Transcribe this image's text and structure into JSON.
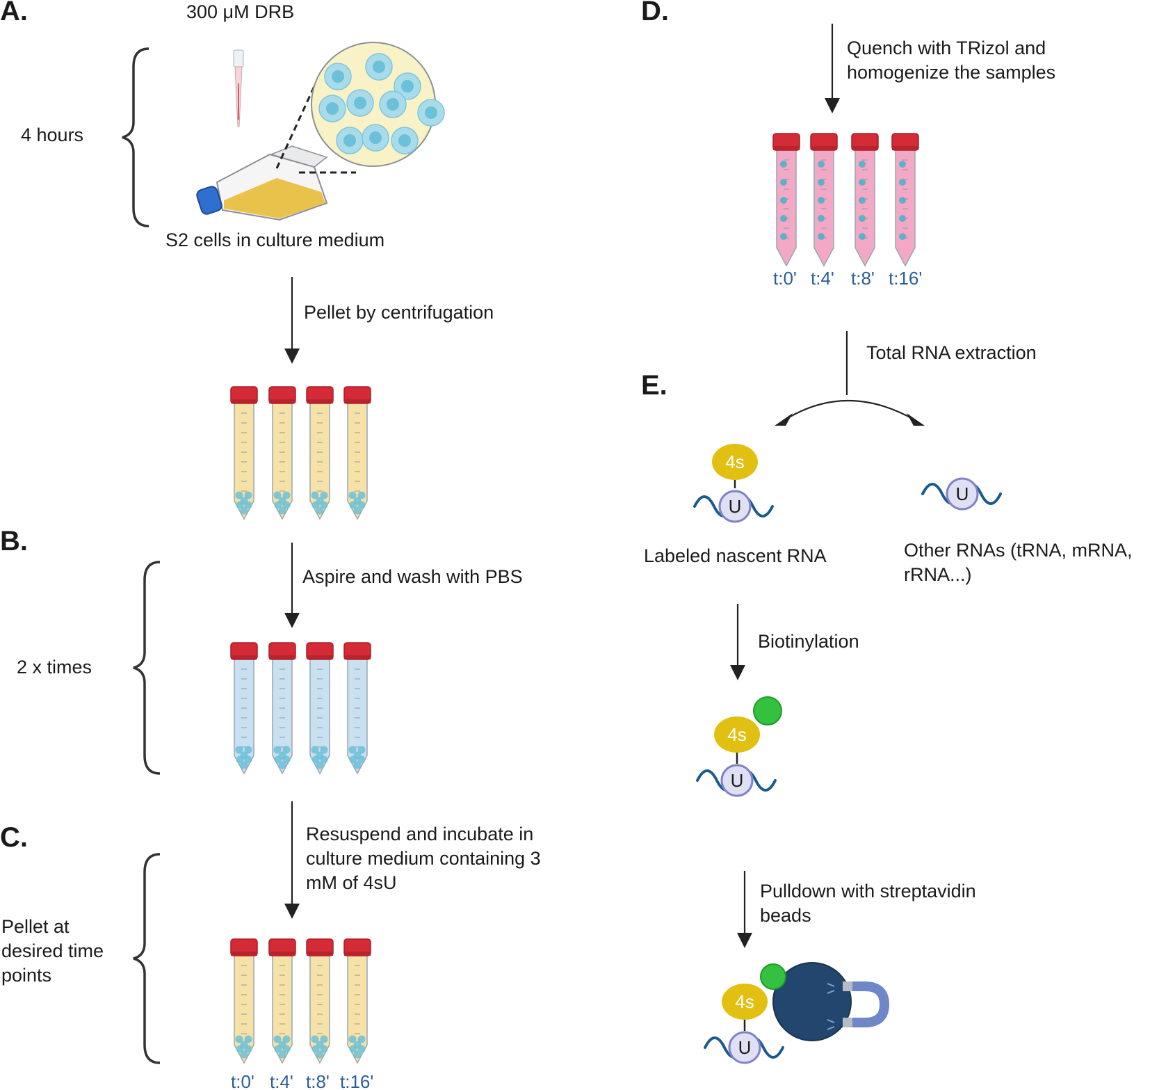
{
  "panels": {
    "A": {
      "label": "A.",
      "reagent": "300 μM DRB",
      "duration": "4 hours",
      "caption": "S2 cells in culture medium",
      "step": "Pellet by centrifugation"
    },
    "B": {
      "label": "B.",
      "repeat": "2 x times",
      "step": "Aspire and wash with PBS"
    },
    "C": {
      "label": "C.",
      "side": "Pellet at\ndesired time\npoints",
      "step": "Resuspend and incubate in\nculture medium containing 3\nmM of 4sU",
      "timepoints": [
        "t:0'",
        "t:4'",
        "t:8'",
        "t:16'"
      ]
    },
    "D": {
      "label": "D.",
      "step": "Quench with TRizol and\nhomogenize the samples",
      "timepoints": [
        "t:0'",
        "t:4'",
        "t:8'",
        "t:16'"
      ]
    },
    "E": {
      "label": "E.",
      "split_step": "Total RNA extraction",
      "labeled": "Labeled nascent RNA",
      "others": "Other RNAs (tRNA, mRNA,\nrRNA...)",
      "step_biotin": "Biotinylation",
      "step_pulldown": "Pulldown with streptavidin\nbeads",
      "tag_4s": "4s",
      "uridine": "U"
    }
  },
  "colors": {
    "tube_cap": "#d42b36",
    "tube_yellow": "#f6e2a6",
    "tube_blue": "#c9e0f1",
    "tube_pink": "#f3a8c6",
    "cell_blue": "#6cc0d7",
    "flask_yellow": "#e9c24b",
    "flask_cap": "#2f6fd0",
    "four_s": "#e2c012",
    "biotin": "#33c13f",
    "bead": "#23466e",
    "rna_strand": "#1b5a8e",
    "uridine_fill": "#dfe0f4",
    "timepoint_text": "#2b5d9a"
  }
}
